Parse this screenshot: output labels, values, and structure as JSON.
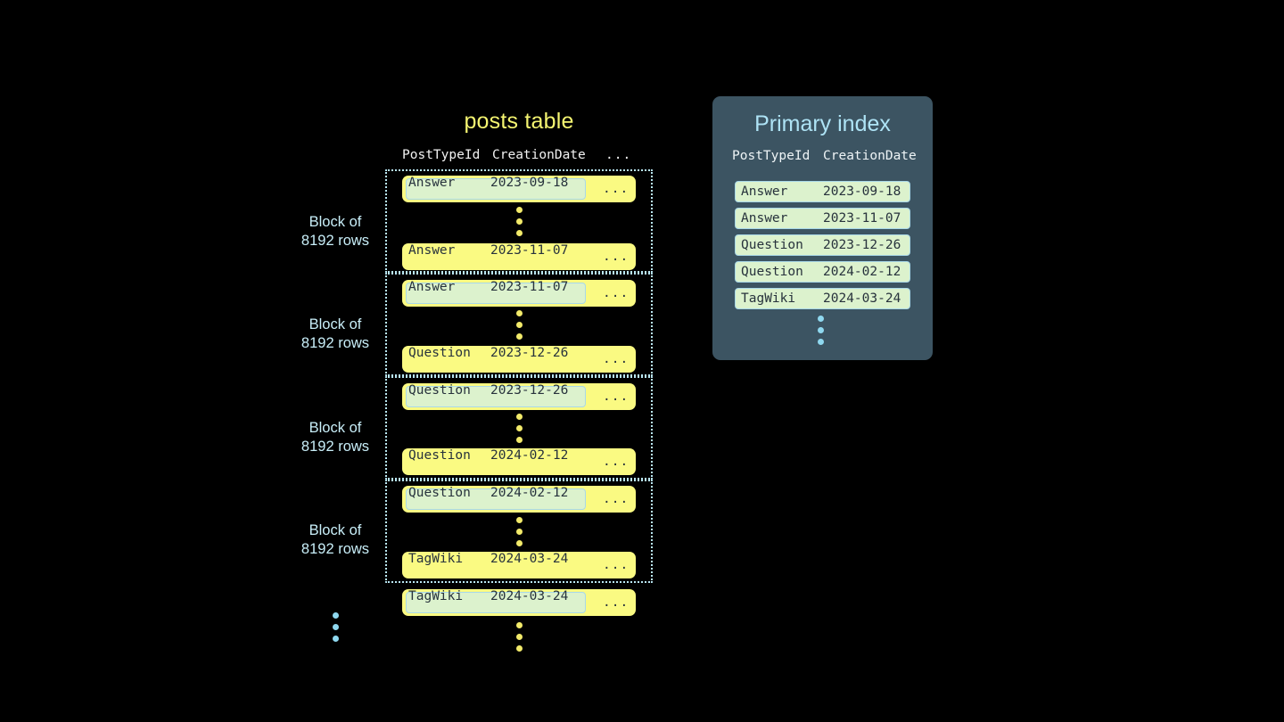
{
  "background": "#000000",
  "posts_table": {
    "title": "posts table",
    "columns": [
      "PostTypeId",
      "CreationDate",
      "..."
    ],
    "more_cell": "...",
    "block_label_line1": "Block of",
    "block_label_line2": "8192 rows",
    "blocks": [
      {
        "label_line1": "Block of",
        "label_line2": "8192 rows",
        "first_row": {
          "type": "Answer",
          "date": "2023-09-18",
          "more": "...",
          "highlighted": true
        },
        "last_row": {
          "type": "Answer",
          "date": "2023-11-07",
          "more": "...",
          "highlighted": false
        }
      },
      {
        "label_line1": "Block of",
        "label_line2": "8192 rows",
        "first_row": {
          "type": "Answer",
          "date": "2023-11-07",
          "more": "...",
          "highlighted": true
        },
        "last_row": {
          "type": "Question",
          "date": "2023-12-26",
          "more": "...",
          "highlighted": false
        }
      },
      {
        "label_line1": "Block of",
        "label_line2": "8192 rows",
        "first_row": {
          "type": "Question",
          "date": "2023-12-26",
          "more": "...",
          "highlighted": true
        },
        "last_row": {
          "type": "Question",
          "date": "2024-02-12",
          "more": "...",
          "highlighted": false
        }
      },
      {
        "label_line1": "Block of",
        "label_line2": "8192 rows",
        "first_row": {
          "type": "Question",
          "date": "2024-02-12",
          "more": "...",
          "highlighted": true
        },
        "last_row": {
          "type": "TagWiki",
          "date": "2024-03-24",
          "more": "...",
          "highlighted": false
        }
      }
    ],
    "trailing_row": {
      "type": "TagWiki",
      "date": "2024-03-24",
      "more": "...",
      "highlighted": true
    }
  },
  "primary_index": {
    "title": "Primary index",
    "columns": [
      "PostTypeId",
      "CreationDate"
    ],
    "rows": [
      {
        "type": "Answer",
        "date": "2023-09-18"
      },
      {
        "type": "Answer",
        "date": "2023-11-07"
      },
      {
        "type": "Question",
        "date": "2023-12-26"
      },
      {
        "type": "Question",
        "date": "2024-02-12"
      },
      {
        "type": "TagWiki",
        "date": "2024-03-24"
      }
    ]
  },
  "colors": {
    "row_yellow": "#fafa82",
    "highlight_green": "#dcf2cd",
    "highlight_border": "#a9d8e8",
    "title_yellow": "#f5f571",
    "title_blue": "#aee3f5",
    "panel_slate": "#3c5462",
    "label_blue": "#c8eef8",
    "dot_yellow": "#f2ea6a",
    "dot_blue": "#8fd8ef",
    "text_dark": "#27323c"
  }
}
